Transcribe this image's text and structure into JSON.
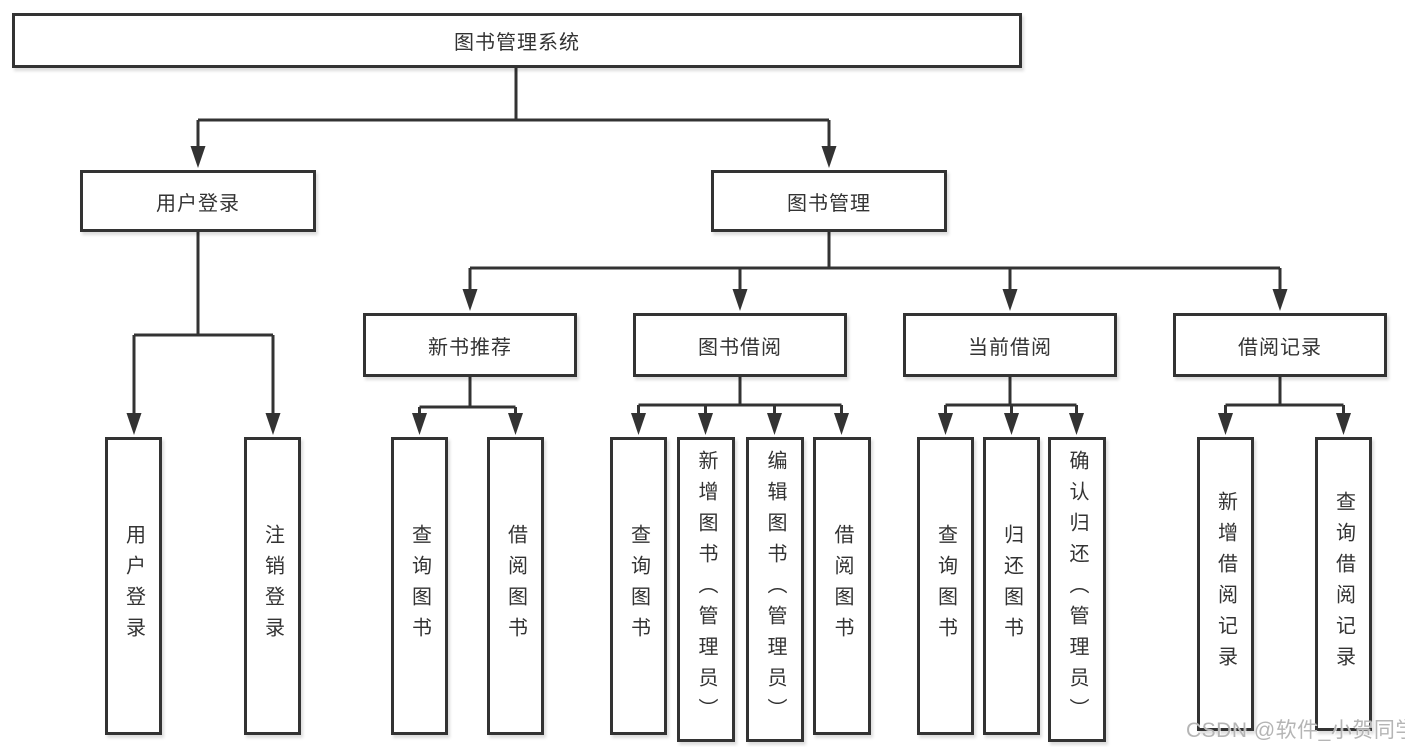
{
  "tree": {
    "root": {
      "label": "图书管理系统",
      "children": [
        {
          "label": "用户登录",
          "children": [
            {
              "label": "用户登录"
            },
            {
              "label": "注销登录"
            }
          ]
        },
        {
          "label": "图书管理",
          "children": [
            {
              "label": "新书推荐",
              "children": [
                {
                  "label": "查询图书"
                },
                {
                  "label": "借阅图书"
                }
              ]
            },
            {
              "label": "图书借阅",
              "children": [
                {
                  "label": "查询图书"
                },
                {
                  "label": "新增图书（管理员）"
                },
                {
                  "label": "编辑图书（管理员）"
                },
                {
                  "label": "借阅图书"
                }
              ]
            },
            {
              "label": "当前借阅",
              "children": [
                {
                  "label": "查询图书"
                },
                {
                  "label": "归还图书"
                },
                {
                  "label": "确认归还（管理员）"
                }
              ]
            },
            {
              "label": "借阅记录",
              "children": [
                {
                  "label": "新增借阅记录"
                },
                {
                  "label": "查询借阅记录"
                }
              ]
            }
          ]
        }
      ]
    }
  },
  "watermark": "CSDN @软件_小贺同学",
  "colors": {
    "line": "#333333",
    "text": "#333333",
    "box_bg": "#ffffff",
    "page_bg": "#ffffff",
    "watermark": "#b5b5b5"
  }
}
